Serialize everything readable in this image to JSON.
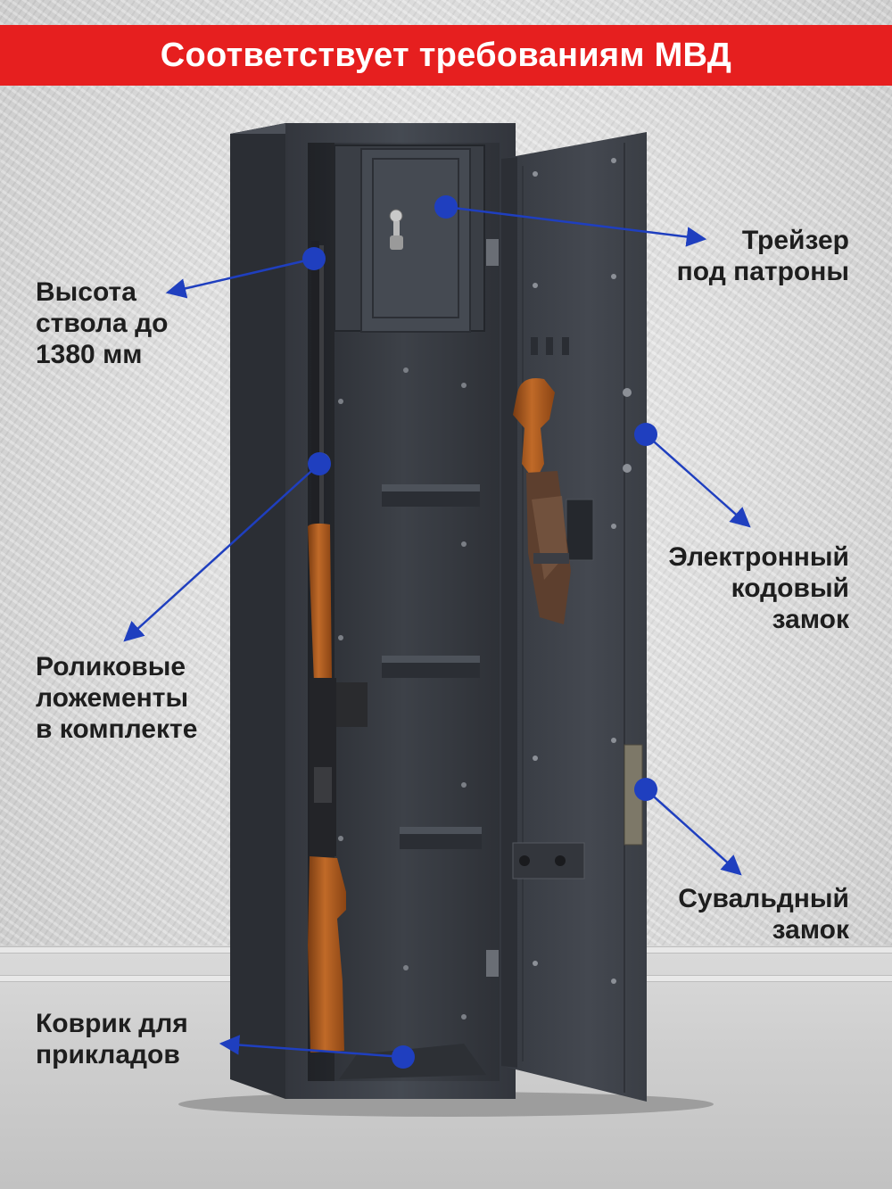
{
  "banner": {
    "text": "Соответствует требованиям МВД",
    "color": "#e61f1f"
  },
  "callouts": {
    "barrel_height": {
      "lines": [
        "Высота",
        "ствола до",
        "1380 мм"
      ]
    },
    "ammo_box": {
      "lines": [
        "Трейзер",
        "под патроны"
      ]
    },
    "electronic_lock": {
      "lines": [
        "Электронный",
        "кодовый",
        "замок"
      ]
    },
    "roller_racks": {
      "lines": [
        "Роликовые",
        "ложементы",
        "в комплекте"
      ]
    },
    "lever_lock": {
      "lines": [
        "Сувальдный",
        "замок"
      ]
    },
    "butt_mat": {
      "lines": [
        "Коврик для",
        "прикладов"
      ]
    }
  },
  "colors": {
    "marker": "#1f3fbf",
    "arrow": "#1f3fbf",
    "safe_body": "#3c4048",
    "wood": "#a85a1f"
  }
}
